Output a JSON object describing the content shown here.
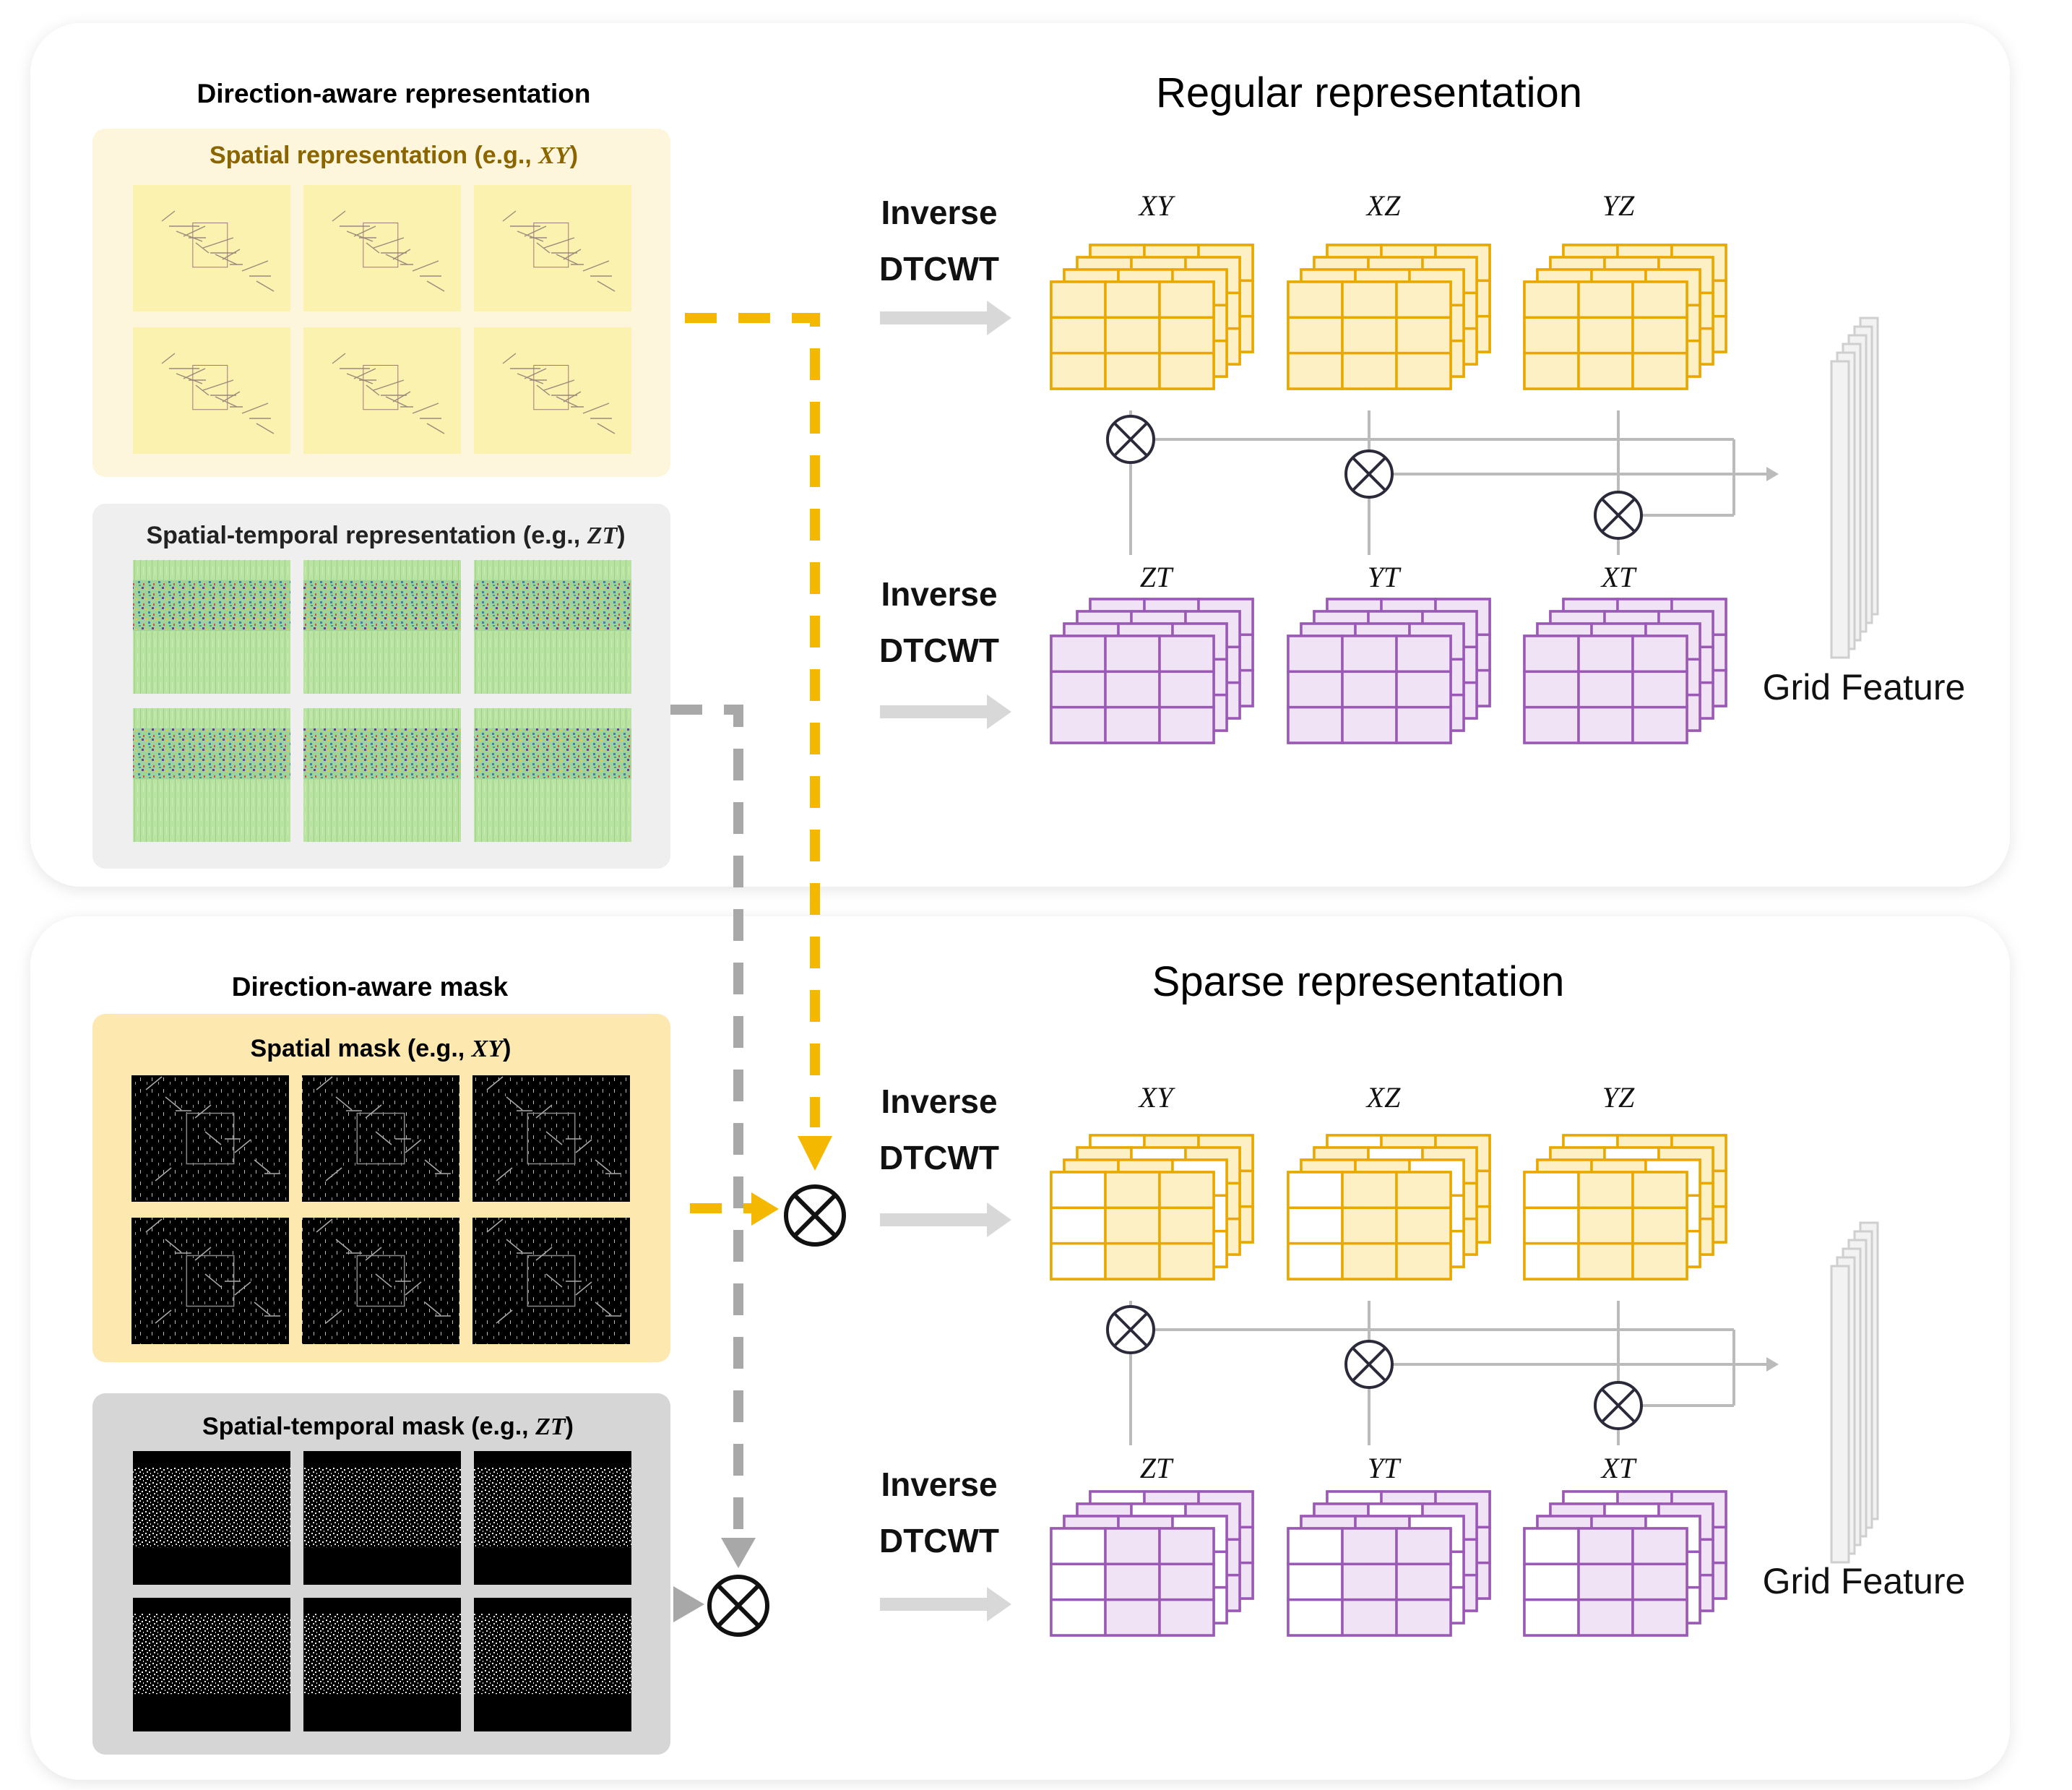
{
  "top_panel": {
    "left_title": "Direction-aware representation",
    "spatial_label_pre": "Spatial representation (e.g., ",
    "spatial_label_math": "XY",
    "spatial_label_post": ")",
    "st_label_pre": "Spatial-temporal representation (e.g., ",
    "st_label_math": "ZT",
    "st_label_post": ")",
    "right_title": "Regular representation"
  },
  "bottom_panel": {
    "left_title": "Direction-aware mask",
    "spatial_label_pre": "Spatial mask (e.g., ",
    "spatial_label_math": "XY",
    "spatial_label_post": ")",
    "st_label_pre": "Spatial-temporal mask (e.g., ",
    "st_label_math": "ZT",
    "st_label_post": ")",
    "right_title": "Sparse representation"
  },
  "inverse_line1": "Inverse",
  "inverse_line2": "DTCWT",
  "plane_labels_top_row": [
    "XY",
    "XZ",
    "YZ"
  ],
  "plane_labels_bottom_row": [
    "ZT",
    "YT",
    "XT"
  ],
  "grid_feature_label": "Grid Feature",
  "multiply_symbol": "⊗",
  "colors": {
    "spatial_grid": "#e8a800",
    "spatial_fill": "#fdf0c4",
    "temporal_grid": "#9b59b6",
    "temporal_fill": "#efe3f5",
    "dashed_yellow": "#f5b800",
    "dashed_gray": "#a8a8a8",
    "panel_bg_yellow_light": "#fdf6dc",
    "panel_bg_yellow_mask": "#fde8b0",
    "panel_bg_gray": "#efefef",
    "panel_bg_gray_mask": "#d6d6d6"
  }
}
